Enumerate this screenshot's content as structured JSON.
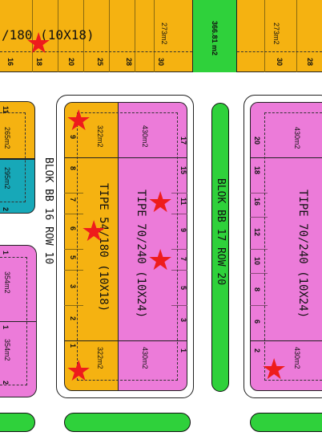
{
  "top_strip": {
    "partial_type_label": "/180 (10X18)",
    "lots_top": [
      "16",
      "18",
      "20",
      "25",
      "28",
      "30"
    ],
    "area_273a": "273m2",
    "area_green": "366.81 m2",
    "area_273b": "273m2",
    "lots_right": [
      "30",
      "28"
    ]
  },
  "left_partial": {
    "area_265": "265m2",
    "area_295": "295m2",
    "lot_11": "11",
    "lot_2": "2",
    "area_354a": "354m2",
    "area_354b": "354m2",
    "lot_1": "1",
    "lot_r": "1",
    "lot_z": "2"
  },
  "block16": {
    "label": "BLOK BB 16 ROW 10"
  },
  "main_block": {
    "orange_lots": [
      "9",
      "8",
      "7",
      "6",
      "5",
      "3",
      "2",
      "1"
    ],
    "pink_lots": [
      "17",
      "15",
      "11",
      "9",
      "7",
      "5",
      "3",
      "1"
    ],
    "orange_area_top": "322m2",
    "orange_area_bottom": "322m2",
    "pink_area_top": "430m2",
    "pink_area_bottom": "430m2",
    "orange_type": "TIPE 54/180 (10X18)",
    "pink_type": "TIPE 70/240 (10X24)"
  },
  "block17": {
    "label": "BLOK BB 17 ROW 20"
  },
  "right_block": {
    "lots": [
      "20",
      "18",
      "16",
      "12",
      "10",
      "8",
      "6",
      "2"
    ],
    "area_top": "430m2",
    "area_bottom": "430m2",
    "type": "TIPE 70/240 (10X24)"
  },
  "colors": {
    "orange": "#f5b211",
    "pink": "#ec7bd9",
    "green": "#2fd13b",
    "teal": "#17a8b8",
    "star": "#ee1c1c"
  }
}
